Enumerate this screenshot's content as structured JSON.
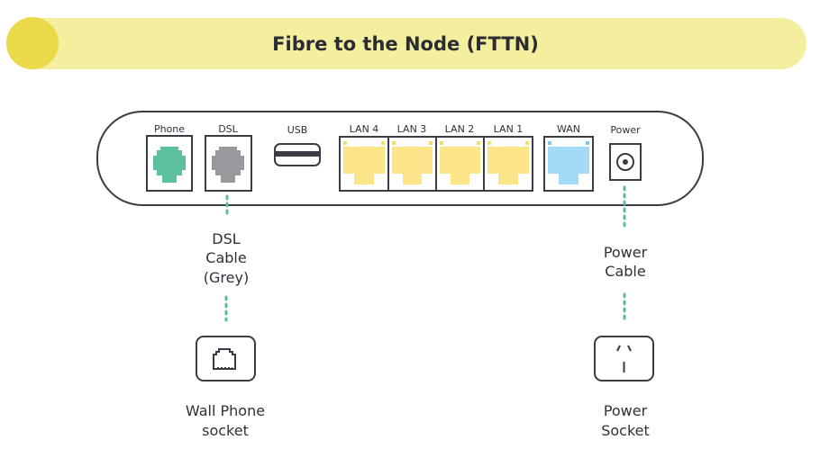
{
  "header": {
    "title": "Fibre to the Node (FTTN)"
  },
  "router": {
    "ports": [
      {
        "label": "Phone",
        "type": "phone",
        "color": "#5bbfa0"
      },
      {
        "label": "DSL",
        "type": "dsl",
        "color": "#9b989d"
      },
      {
        "label": "USB",
        "type": "usb"
      },
      {
        "label": "LAN 4",
        "type": "lan",
        "color": "#fde58a"
      },
      {
        "label": "LAN 3",
        "type": "lan",
        "color": "#fde58a"
      },
      {
        "label": "LAN 2",
        "type": "lan",
        "color": "#fde58a"
      },
      {
        "label": "LAN 1",
        "type": "lan",
        "color": "#fde58a"
      },
      {
        "label": "WAN",
        "type": "wan",
        "color": "#a3dbf6"
      },
      {
        "label": "Power",
        "type": "power"
      }
    ]
  },
  "dsl_connection": {
    "cable_lines": [
      "DSL",
      "Cable",
      "(Grey)"
    ],
    "socket_lines": [
      "Wall Phone",
      "socket"
    ],
    "socket_icon": "phone-jack-icon"
  },
  "power_connection": {
    "cable_lines": [
      "Power",
      "Cable"
    ],
    "socket_lines": [
      "Power",
      "Socket"
    ],
    "socket_icon": "power-outlet-icon"
  },
  "colors": {
    "accent_bar": "#f4ee9f",
    "accent_circle": "#eada4a",
    "dots": "#5bbf9f",
    "outline": "#3a3b44"
  }
}
